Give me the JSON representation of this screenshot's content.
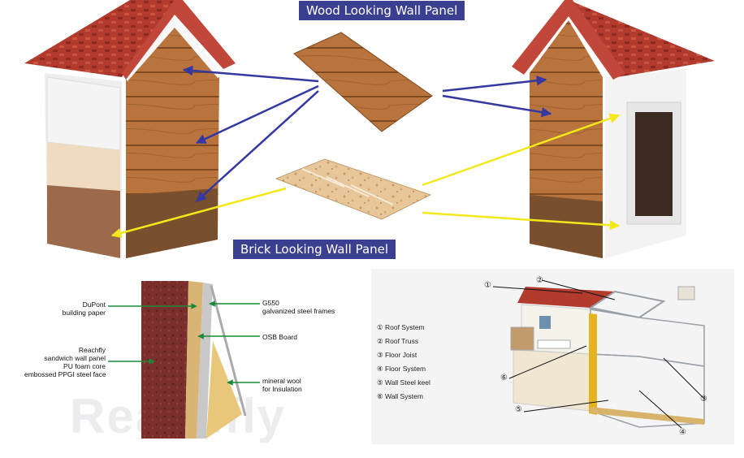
{
  "top_panel": {
    "wood_title": "Wood Looking Wall Panel",
    "brick_title": "Brick Looking Wall Panel"
  },
  "wall_section": {
    "watermark": "Reachfly",
    "labels": {
      "dupont": [
        "DuPont",
        "building paper"
      ],
      "g550": [
        "G550",
        "galvanized steel frames"
      ],
      "osb": [
        "OSB Board"
      ],
      "sandwich": [
        "Reachfly",
        "sandwich wall panel",
        "PU foam core",
        "embossed PPGI steel face"
      ],
      "wool": [
        "mineral wool",
        "for Insulation"
      ]
    }
  },
  "house_diagram": {
    "legend": [
      "① Roof System",
      "② Roof Truss",
      "③ Floor Joist",
      "④ Floor System",
      "⑤ Wall Steel keel",
      "⑥ Wall System"
    ],
    "markers": [
      "①",
      "②",
      "③",
      "④",
      "⑤",
      "⑥"
    ]
  },
  "colors": {
    "banner_bg": "#3b3f8f",
    "arrow_blue": "#3438a0",
    "arrow_yellow": "#f2e81a",
    "arrow_green": "#1a8a3a",
    "roof_red": "#b23b2e",
    "wood": "#b8743c"
  }
}
